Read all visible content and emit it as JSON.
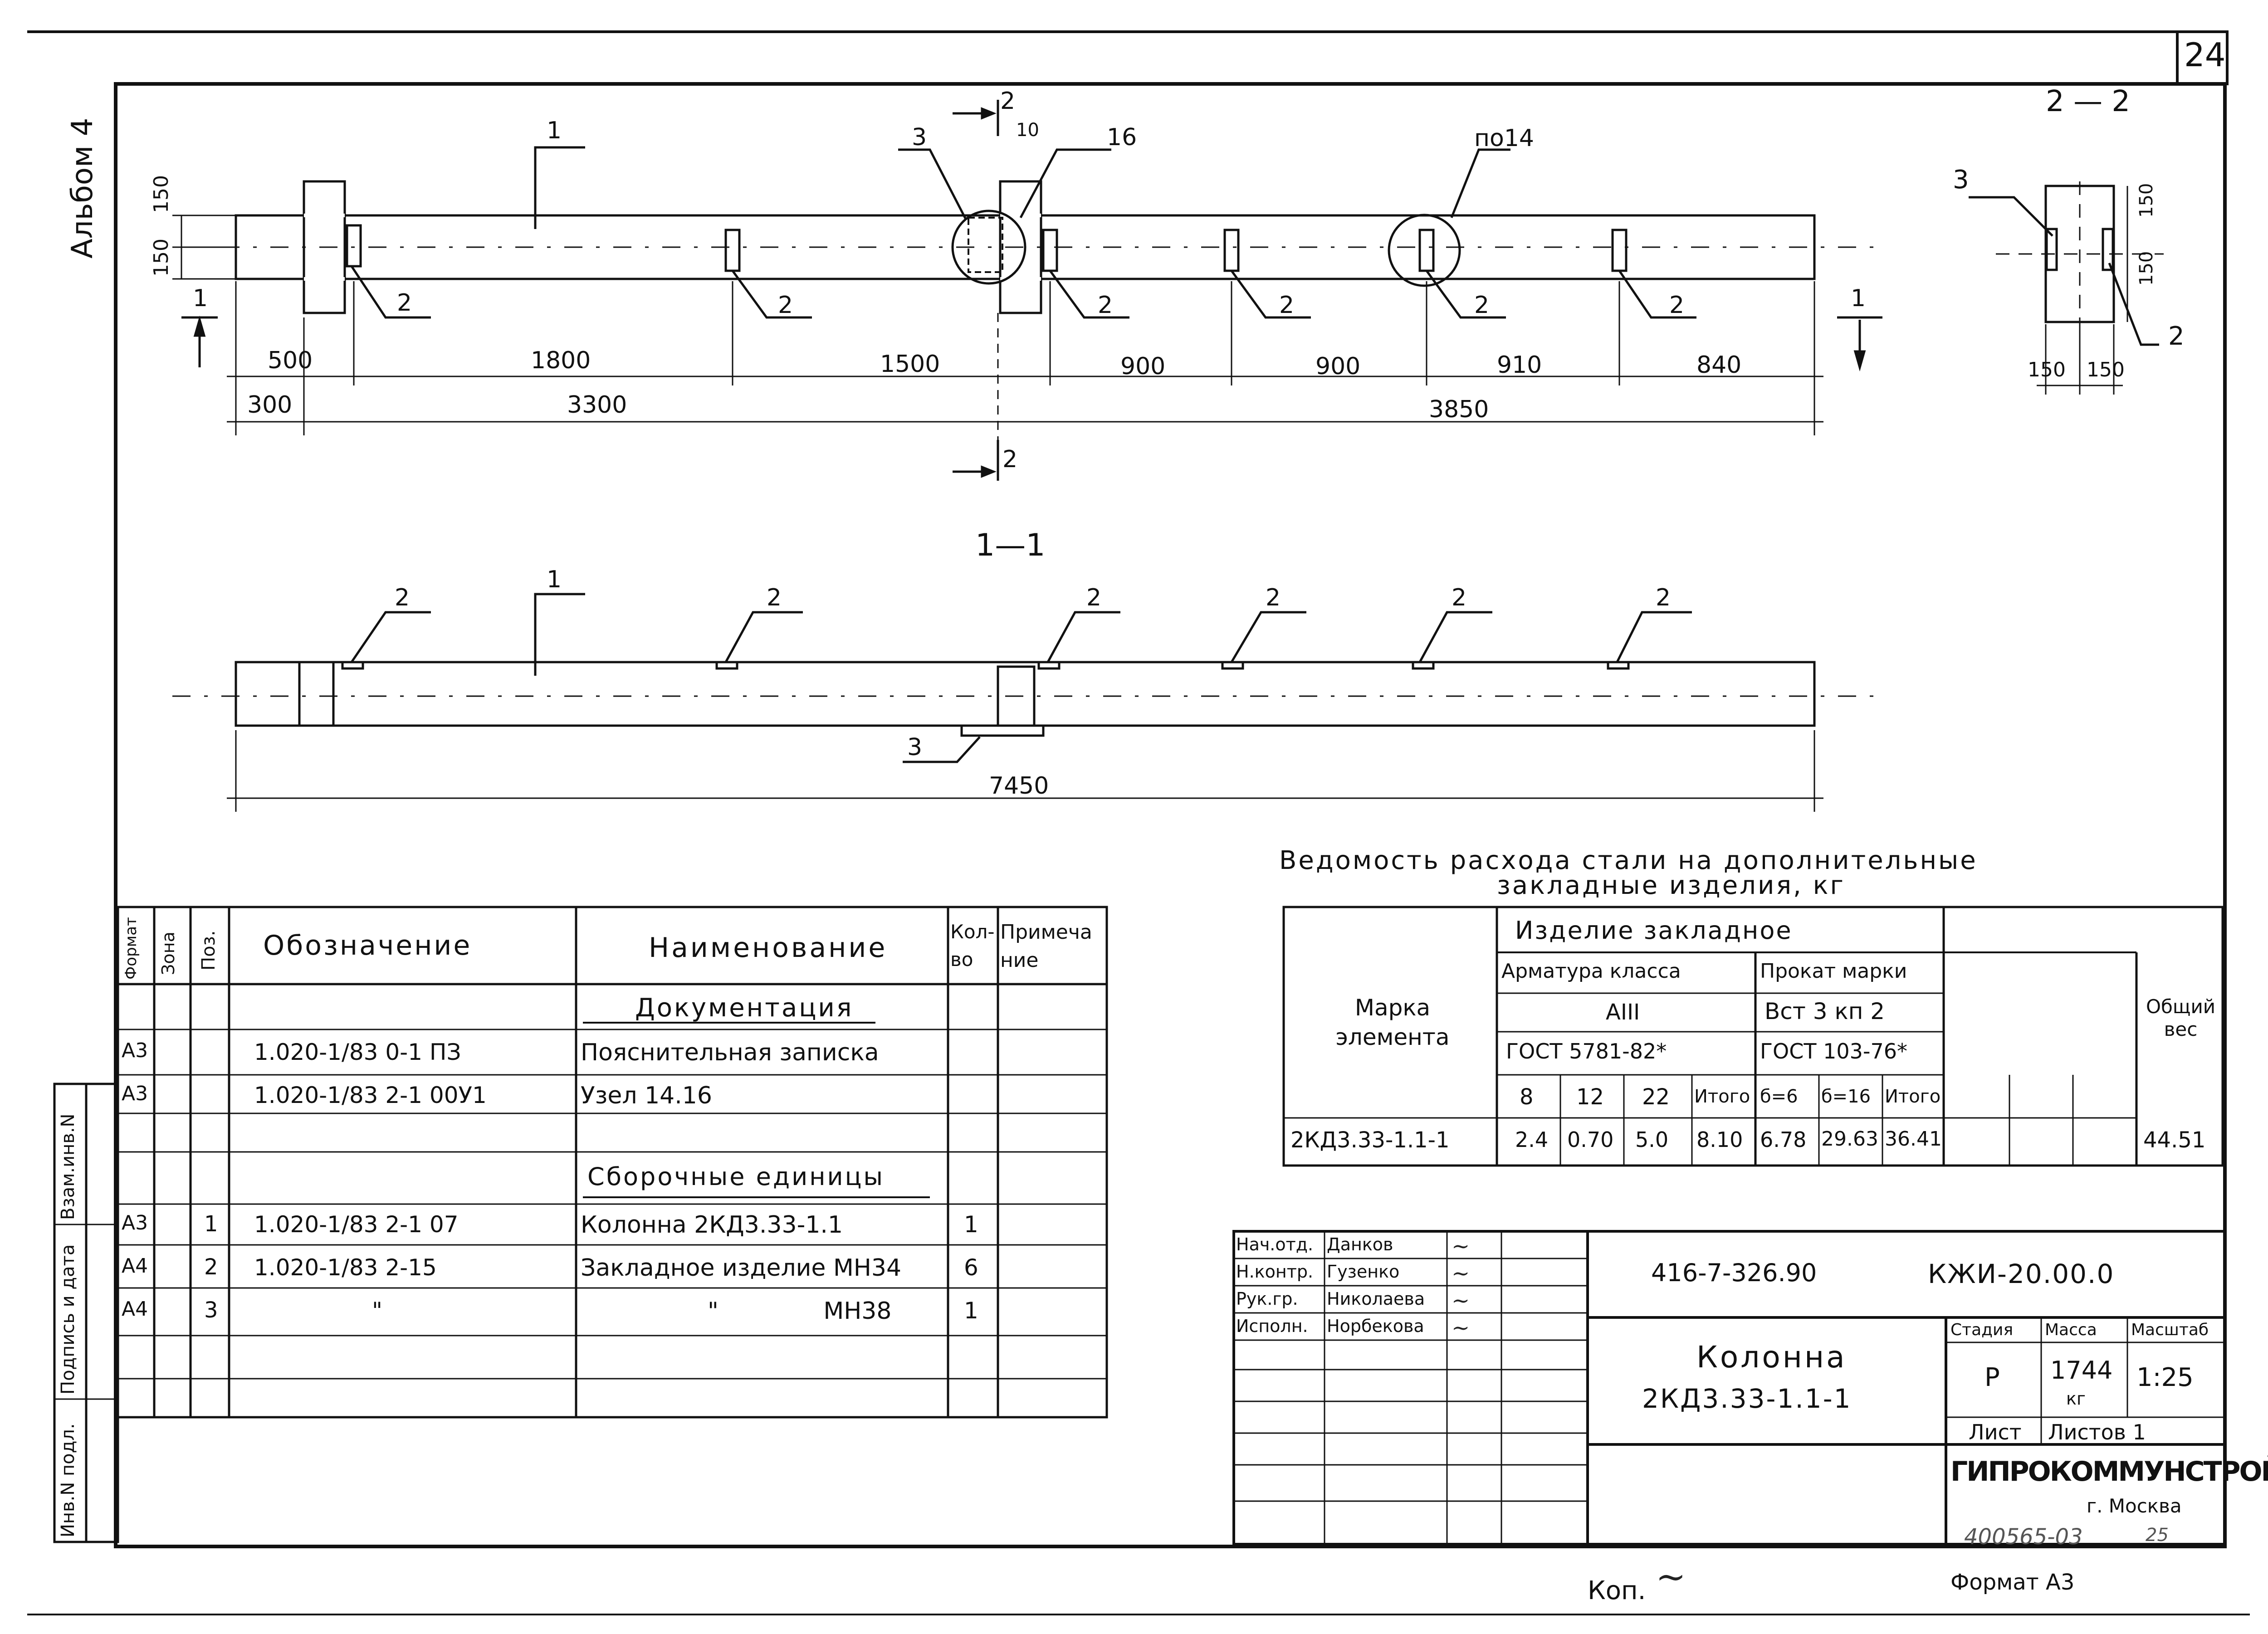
{
  "sheet": {
    "number": "24",
    "album": "Альбом 4",
    "format_label": "Формат А3",
    "copy_label": "Коп.",
    "archive_number": "400565-03",
    "archive_page": "25"
  },
  "plan": {
    "section_label": "2",
    "dims_top": [
      "500",
      "1800",
      "1500",
      "900",
      "900",
      "910",
      "840"
    ],
    "dims_bottom": [
      "300",
      "3300",
      "3850"
    ],
    "callouts": {
      "pos1": "1",
      "pos3": "3",
      "pos16": "16",
      "pos10": "10",
      "pos14": "по14",
      "pos2": "2"
    },
    "left_dims": [
      "150",
      "150"
    ],
    "cut_mark": "1"
  },
  "section_1_1": {
    "title": "1—1",
    "total_length": "7450",
    "callouts": [
      "2",
      "1",
      "2",
      "2",
      "2",
      "2",
      "2",
      "3"
    ]
  },
  "section_2_2": {
    "title": "2 — 2",
    "dims": [
      "150",
      "150"
    ],
    "side_dims": [
      "150",
      "150"
    ],
    "callouts": [
      "3",
      "2"
    ]
  },
  "steel_table": {
    "title_line1": "Ведомость расхода стали на дополнительные",
    "title_line2": "закладные изделия, кг",
    "h_item": "Изделие закладное",
    "h_mark": "Марка элемента",
    "h_rebar": "Арматура класса",
    "h_rebar_class": "АIII",
    "h_rebar_gost": "ГОСТ 5781-82*",
    "h_rolled": "Прокат марки",
    "h_rolled_grade": "Вст 3 кп 2",
    "h_rolled_gost": "ГОСТ 103-76*",
    "h_total": "Общий вес",
    "sub": [
      "8",
      "12",
      "22",
      "Итого",
      "б=6",
      "б=16",
      "Итого"
    ],
    "row": {
      "mark": "2КД3.33-1.1-1",
      "values": [
        "2.4",
        "0.70",
        "5.0",
        "8.10",
        "6.78",
        "29.63",
        "36.41"
      ],
      "total": "44.51"
    }
  },
  "spec_table": {
    "headers": {
      "format": "Формат",
      "zone": "Зона",
      "pos": "Поз.",
      "designation": "Обозначение",
      "name": "Наименование",
      "qty": "Кол-во",
      "note": "Примечание"
    },
    "rows": [
      {
        "format": "",
        "pos": "",
        "designation": "",
        "name": "Документация",
        "qty": "",
        "section": true
      },
      {
        "format": "А3",
        "pos": "",
        "designation": "1.020-1/83  0-1  ПЗ",
        "name": "Пояснительная записка",
        "qty": ""
      },
      {
        "format": "А3",
        "pos": "",
        "designation": "1.020-1/83  2-1  00У1",
        "name": "Узел 14.16",
        "qty": ""
      },
      {
        "format": "",
        "pos": "",
        "designation": "",
        "name": "",
        "qty": ""
      },
      {
        "format": "",
        "pos": "",
        "designation": "",
        "name": "Сборочные единицы",
        "qty": "",
        "section": true
      },
      {
        "format": "А3",
        "pos": "1",
        "designation": "1.020-1/83  2-1  07",
        "name": "Колонна 2КД3.33-1.1",
        "qty": "1"
      },
      {
        "format": "А4",
        "pos": "2",
        "designation": "1.020-1/83  2-15",
        "name": "Закладное изделие МН34",
        "qty": "6"
      },
      {
        "format": "А4",
        "pos": "3",
        "designation": "\"",
        "name": "\"              МН38",
        "qty": "1"
      }
    ]
  },
  "stamp_side": {
    "labels": [
      "Инв.N подл.",
      "Подпись и дата",
      "Взам.инв.N"
    ]
  },
  "title_block": {
    "roles": [
      {
        "role": "Нач.отд.",
        "name": "Данков"
      },
      {
        "role": "Н.контр.",
        "name": "Гузенко"
      },
      {
        "role": "Рук.гр.",
        "name": "Николаева"
      },
      {
        "role": "Исполн.",
        "name": "Норбекова"
      }
    ],
    "project_code": "416-7-326.90",
    "doc_code": "КЖИ-20.00.0",
    "title_line1": "Колонна",
    "title_line2": "2КД3.33-1.1-1",
    "stage_h": "Стадия",
    "mass_h": "Масса",
    "scale_h": "Масштаб",
    "stage": "Р",
    "mass": "1744",
    "mass_unit": "кг",
    "scale": "1:25",
    "sheet_h": "Лист",
    "sheets_h": "Листов 1",
    "org": "ГИПРОКОММУНСТРОЙ",
    "city": "г. Москва"
  }
}
